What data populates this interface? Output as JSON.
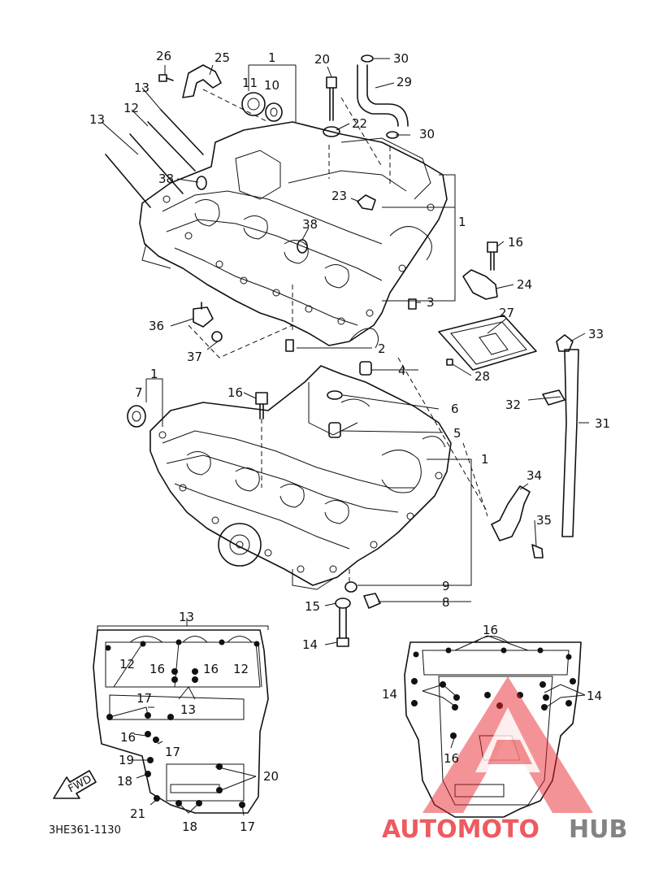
{
  "diagram": {
    "code": "3HE361-1130",
    "fwd_label": "FWD",
    "labels": {
      "p26": "26",
      "p25": "25",
      "p1a": "1",
      "p11": "11",
      "p10": "10",
      "p20": "20",
      "p30a": "30",
      "p29": "29",
      "p30b": "30",
      "p22": "22",
      "p13a": "13",
      "p12a": "12",
      "p13b": "13",
      "p38a": "38",
      "p23": "23",
      "p38b": "38",
      "p1b": "1",
      "p16a": "16",
      "p24": "24",
      "p3": "3",
      "p36": "36",
      "p27": "27",
      "p33": "33",
      "p2": "2",
      "p37": "37",
      "p28": "28",
      "p4": "4",
      "p1c": "1",
      "p7": "7",
      "p16b": "16",
      "p6": "6",
      "p32": "32",
      "p31": "31",
      "p5": "5",
      "p1d": "1",
      "p34": "34",
      "p35": "35",
      "p9": "9",
      "p15": "15",
      "p8": "8",
      "p14a": "14",
      "b13a": "13",
      "b12a": "12",
      "b16a": "16",
      "b16b": "16",
      "b12b": "12",
      "b17a": "17",
      "b13b": "13",
      "b16c": "16",
      "b17b": "17",
      "b19": "19",
      "b18a": "18",
      "b20": "20",
      "b21": "21",
      "b18b": "18",
      "b17c": "17",
      "c16a": "16",
      "c14a": "14",
      "c14b": "14",
      "c16b": "16"
    }
  },
  "watermark": {
    "part1": "AUTOMOTO",
    "part2": "HUB",
    "red": "#e8242b",
    "grey": "#6d6e70"
  }
}
